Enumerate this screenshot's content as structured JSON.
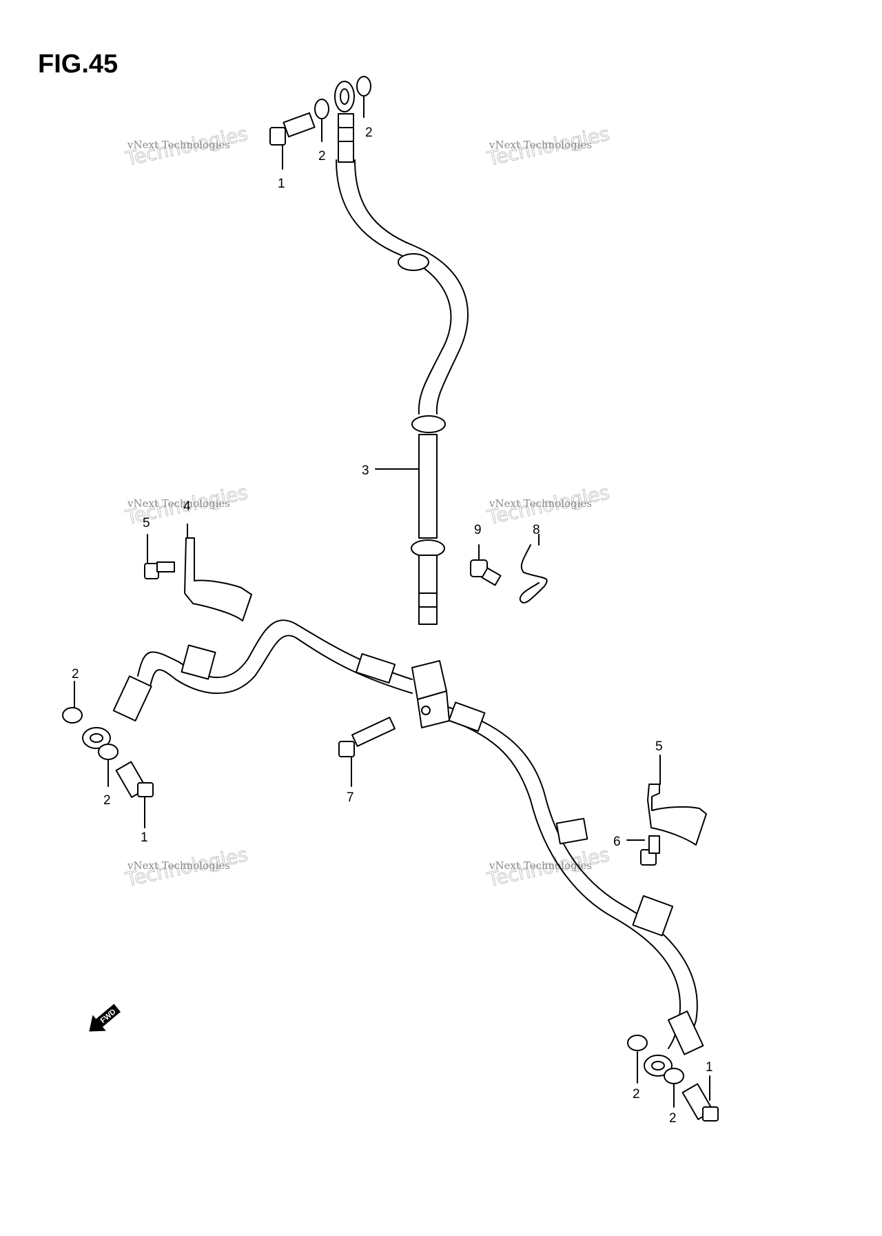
{
  "figure": {
    "title": "FIG.45"
  },
  "watermark": {
    "line1": "vNext Technologies",
    "line2": "Technologies",
    "line3": "vNext"
  },
  "fwd_label": "FWD",
  "callouts": {
    "c1_top": "1",
    "c2_top_a": "2",
    "c2_top_b": "2",
    "c3": "3",
    "c4": "4",
    "c5_left": "5",
    "c9": "9",
    "c8": "8",
    "c2_left_a": "2",
    "c2_left_b": "2",
    "c1_left": "1",
    "c7": "7",
    "c5_right": "5",
    "c6": "6",
    "c2_bottom_a": "2",
    "c2_bottom_b": "2",
    "c1_bottom": "1"
  }
}
